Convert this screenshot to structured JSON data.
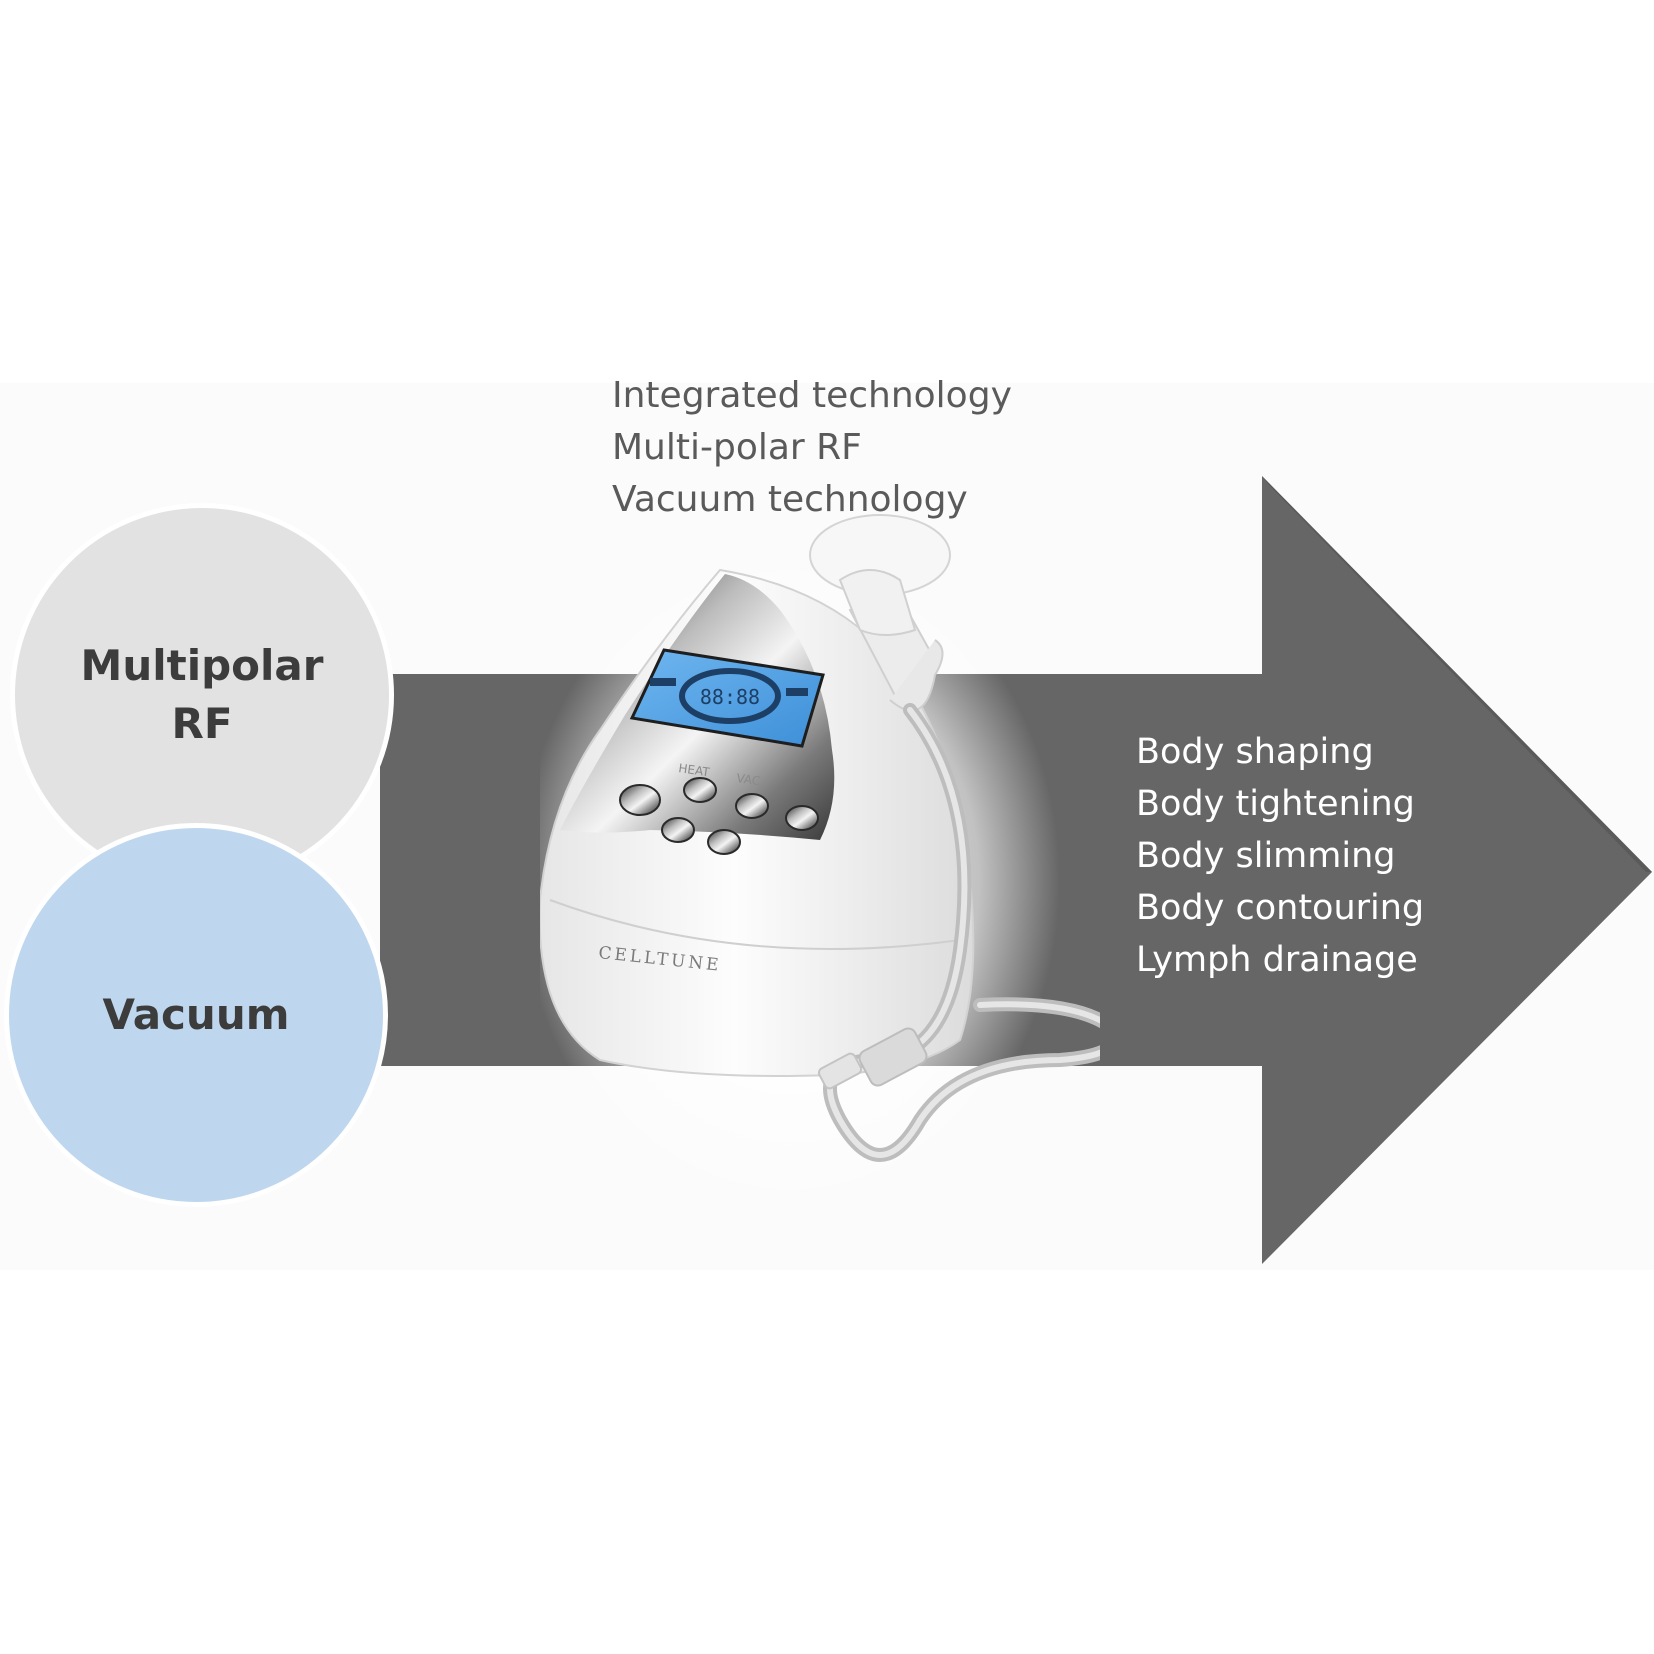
{
  "circles": {
    "multipolar_rf": {
      "label": "Multipolar\nRF",
      "color": "#e2e2e2"
    },
    "vacuum": {
      "label": "Vacuum",
      "color": "#bfd7ee"
    }
  },
  "technology_list": [
    "Integrated technology",
    "Multi-polar RF",
    "Vacuum technology"
  ],
  "benefits_list": [
    "Body shaping",
    "Body tightening",
    "Body slimming",
    "Body contouring",
    "Lymph drainage"
  ],
  "device": {
    "brand": "CELLTUNE",
    "display_readout": "88:88",
    "control_labels": [
      "HEAT",
      "VAC"
    ]
  },
  "colors": {
    "arrow": "#666666",
    "band": "#fbfbfb",
    "screen": "#4fa3e6"
  }
}
